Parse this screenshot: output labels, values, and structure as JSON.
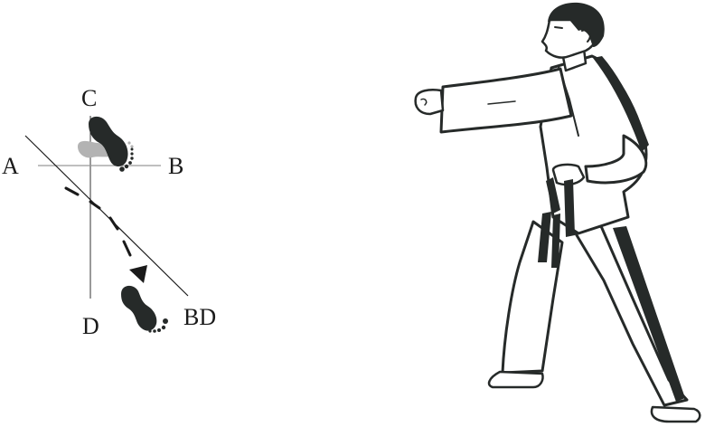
{
  "diagram": {
    "labels": {
      "a": "A",
      "b": "B",
      "c": "C",
      "d": "D",
      "bd": "BD"
    },
    "colors": {
      "ink": "#262a29",
      "light_foot": "#b3b3b3",
      "axis_line": "#999999"
    }
  },
  "figure": {
    "description": "Martial artist in white dobok with black belt performing a straight punch in a long stance"
  }
}
